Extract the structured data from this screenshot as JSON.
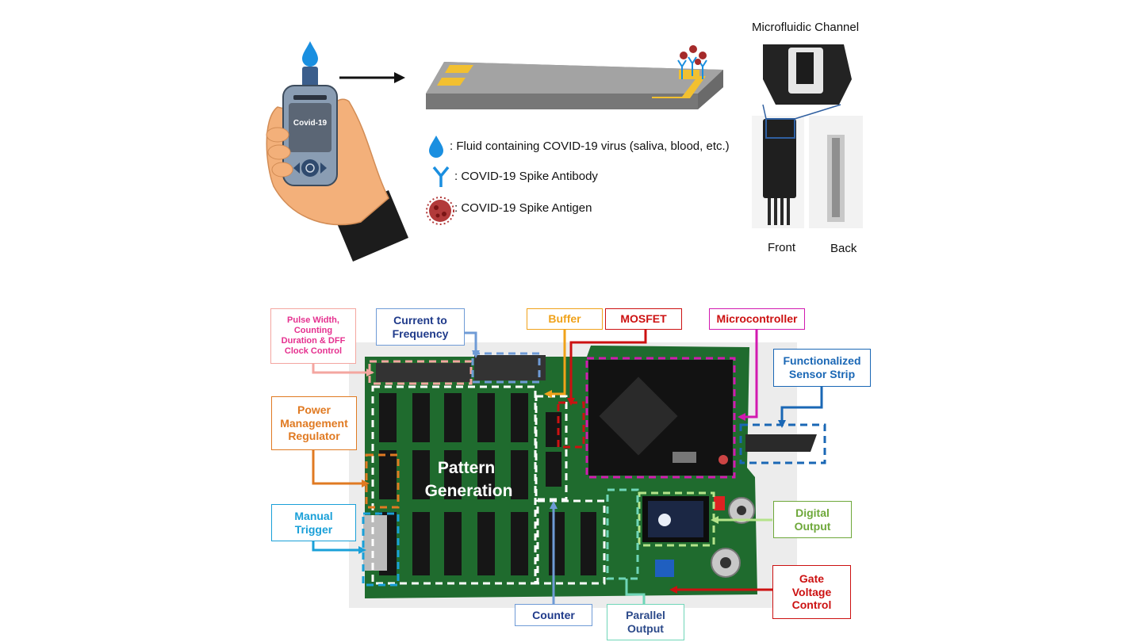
{
  "top": {
    "device_screen_text": "Covid-19",
    "legend": [
      {
        "icon": "droplet-icon",
        "text": ": Fluid containing COVID-19 virus (saliva, blood, etc.)"
      },
      {
        "icon": "antibody-icon",
        "text": ": COVID-19 Spike Antibody"
      },
      {
        "icon": "virus-icon",
        "text": ": COVID-19 Spike Antigen"
      }
    ],
    "channel_title": "Microfluidic Channel",
    "front_label": "Front",
    "back_label": "Back"
  },
  "board": {
    "pattern_label": "Pattern\nGeneration",
    "callouts": {
      "pulse_width": "Pulse Width,\nCounting\nDuration & DFF\nClock Control",
      "current_to_frequency": "Current to\nFrequency",
      "buffer": "Buffer",
      "mosfet": "MOSFET",
      "microcontroller": "Microcontroller",
      "functionalized_sensor_strip": "Functionalized\nSensor Strip",
      "power_management": "Power\nManagement\nRegulator",
      "manual_trigger": "Manual\nTrigger",
      "digital_output": "Digital\nOutput",
      "gate_voltage_control": "Gate\nVoltage\nControl",
      "counter": "Counter",
      "parallel_output": "Parallel\nOutput"
    }
  },
  "colors": {
    "pulse_width": "#e5308f",
    "current_to_frequency": "#1f3a8a",
    "buffer": "#f0a21a",
    "mosfet": "#cc1111",
    "microcontroller": "#d21ab0",
    "functionalized_sensor_strip": "#1a67b5",
    "power_management": "#e07a22",
    "manual_trigger": "#1aa0d8",
    "digital_output": "#6ea83a",
    "gate_voltage_control": "#cc1111",
    "counter": "#1f3a8a",
    "parallel_output": "#2c4a8a",
    "pcb_green": "#1f6b2e",
    "droplet": "#1a8fe0",
    "virus": "#a52a2a"
  }
}
